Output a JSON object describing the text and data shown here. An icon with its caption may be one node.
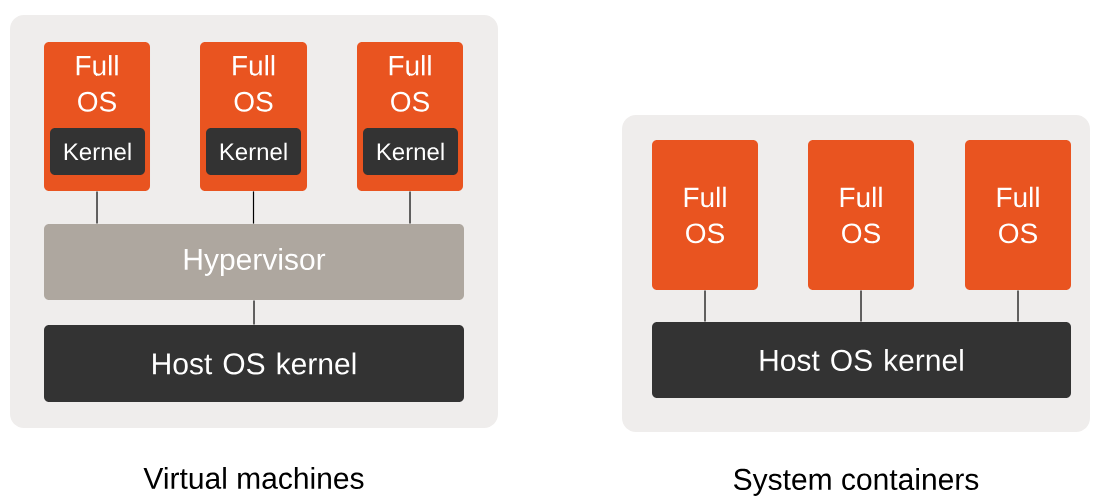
{
  "diagram": {
    "nodes": [
      {
        "text": [
          "Virtual machines"
        ]
      },
      {
        "text": [
          "Full OS"
        ],
        "in": 0
      },
      {
        "text": [
          "Kernel"
        ],
        "in": 1
      },
      {
        "text": [
          "Full OS"
        ],
        "in": 0
      },
      {
        "text": [
          "Kernel"
        ],
        "in": 3
      },
      {
        "text": [
          "Full OS"
        ],
        "in": 0
      },
      {
        "text": [
          "Kernel"
        ],
        "in": 5
      },
      {
        "text": [
          "Hypervisor"
        ],
        "in": 0
      },
      {
        "text": [
          "Host OS kernel"
        ],
        "in": 0
      },
      {
        "text": [
          "System containers"
        ]
      },
      {
        "text": [
          "Full OS"
        ],
        "in": 9
      },
      {
        "text": [
          "Full OS"
        ],
        "in": 9
      },
      {
        "text": [
          "Full OS"
        ],
        "in": 9
      },
      {
        "text": [
          "Host OS kernel"
        ],
        "in": 9
      }
    ],
    "edges": [
      {
        "from": 1,
        "to": 7,
        "arrow": "none"
      },
      {
        "from": 3,
        "to": 7,
        "arrow": "none"
      },
      {
        "from": 5,
        "to": 7,
        "arrow": "none"
      },
      {
        "from": 7,
        "to": 8,
        "arrow": "none"
      },
      {
        "from": 10,
        "to": 13,
        "arrow": "none"
      },
      {
        "from": 11,
        "to": 13,
        "arrow": "none"
      },
      {
        "from": 12,
        "to": 13,
        "arrow": "none"
      }
    ]
  }
}
